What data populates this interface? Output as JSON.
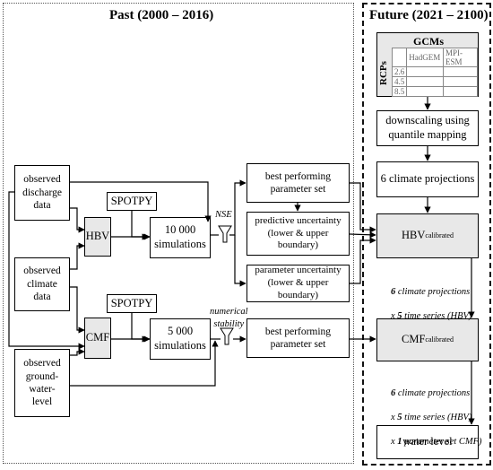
{
  "titles": {
    "past": "Past (2000 – 2016)",
    "future": "Future (2021 – 2100)"
  },
  "boxes": {
    "observed_discharge": "observed\ndischarge\ndata",
    "observed_climate": "observed\nclimate\ndata",
    "observed_groundwater": "observed\nground-\nwater-\nlevel",
    "spotpy_top": "SPOTPY",
    "spotpy_bottom": "SPOTPY",
    "hbv": "HBV",
    "cmf": "CMF",
    "sim_10000": "10 000\nsimulations",
    "sim_5000": "5 000\nsimulations",
    "best_param_top": "best performing\nparameter set",
    "predictive_uncertainty": "predictive uncertainty\n(lower & upper boundary)",
    "parameter_uncertainty": "parameter uncertainty\n(lower & upper boundary)",
    "best_param_bottom": "best performing\nparameter set",
    "downscaling": "downscaling using\nquantile mapping",
    "climate_projections": "6 climate projections",
    "hbv_calibrated_main": "HBV",
    "hbv_calibrated_sub": "calibrated",
    "cmf_calibrated_main": "CMF",
    "cmf_calibrated_sub": "calibrated",
    "water_level": "water level"
  },
  "gcm": {
    "title": "GCMs",
    "rcps_label": "RCPs",
    "columns": [
      "HadGEM",
      "MPI-ESM"
    ],
    "rows": [
      "2.6",
      "4.5",
      "8.5"
    ]
  },
  "filters": {
    "nse": "NSE",
    "numerical_stability": "numerical\nstability"
  },
  "notes": {
    "hbv_to_cmf": {
      "line1_num": "6",
      "line1_rest": " climate projections",
      "line2_prefix": "x ",
      "line2_num": "5",
      "line2_rest": " time series (HBV)"
    },
    "cmf_to_water": {
      "line1_num": "6",
      "line1_rest": " climate projections",
      "line2_prefix": "x ",
      "line2_num": "5",
      "line2_rest": " time series (HBV)",
      "line3_prefix": "x ",
      "line3_num": "1",
      "line3_rest": " parameter set CMF)"
    }
  }
}
